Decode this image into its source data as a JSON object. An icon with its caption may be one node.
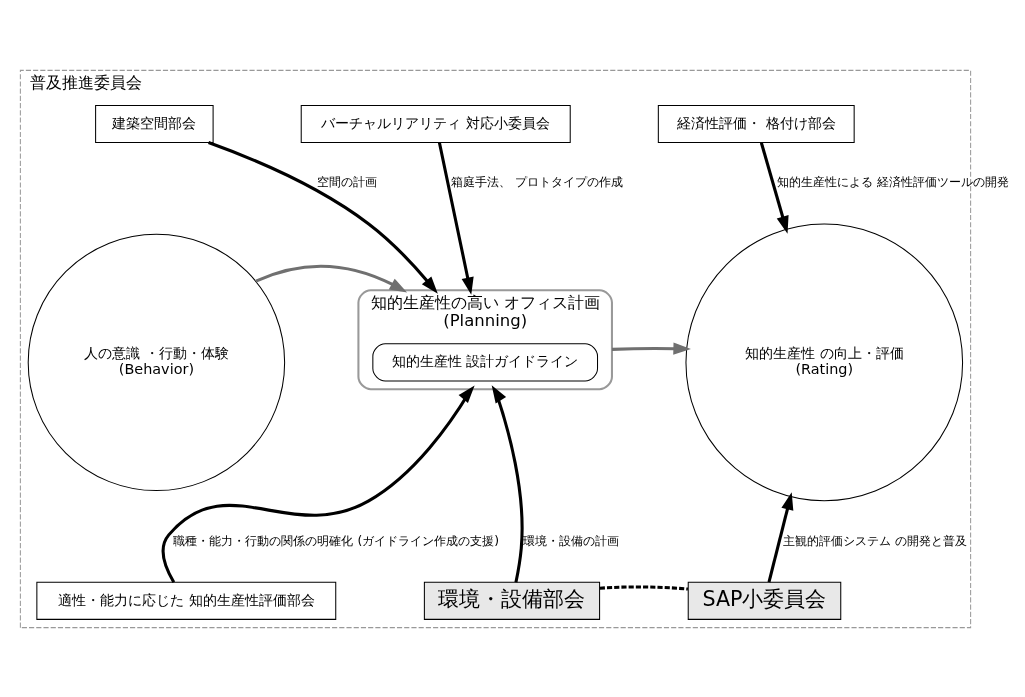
{
  "diagram": {
    "nodes": [
      {
        "text": [
          "普及推進委員会"
        ]
      },
      {
        "text": [
          "建築空間部会"
        ],
        "in": 0
      },
      {
        "text": [
          "バーチャルリアリティ 対応小委員会"
        ],
        "in": 0
      },
      {
        "text": [
          "経済性評価・ 格付け部会"
        ],
        "in": 0
      },
      {
        "text": [
          "人の意識 ・行動・体験",
          "(Behavior)"
        ],
        "in": 0
      },
      {
        "text": [
          "知的生産性の高い オフィス計画",
          "(Planning)"
        ],
        "in": 0
      },
      {
        "text": [
          "知的生産性 設計ガイドライン"
        ],
        "in": 5
      },
      {
        "text": [
          "知的生産性 の向上・評価",
          "(Rating)"
        ],
        "in": 0
      },
      {
        "text": [
          "適性・能力に応じた 知的生産性評価部会"
        ],
        "in": 0
      },
      {
        "text": [
          "環境・設備部会"
        ],
        "in": 0
      },
      {
        "text": [
          "SAP小委員会"
        ],
        "in": 0
      }
    ],
    "edges": [
      {
        "from": 1,
        "to": 5,
        "arrow": "to",
        "label": "空間の計画"
      },
      {
        "from": 2,
        "to": 5,
        "arrow": "to",
        "label": "箱庭手法、 プロトタイプの作成"
      },
      {
        "from": 3,
        "to": 7,
        "arrow": "to",
        "label": "知的生産性による 経済性評価ツールの開発"
      },
      {
        "from": 4,
        "to": 5,
        "arrow": "to",
        "color": "#707070"
      },
      {
        "from": 5,
        "to": 7,
        "arrow": "to",
        "color": "#707070"
      },
      {
        "from": 8,
        "to": 5,
        "arrow": "to",
        "label": "職種・能力・行動の関係の明確化 (ガイドライン作成の支援)"
      },
      {
        "from": 9,
        "to": 5,
        "arrow": "to",
        "label": "環境・設備の計画"
      },
      {
        "from": 10,
        "to": 7,
        "arrow": "to",
        "label": "主観的評価システム の開発と普及"
      },
      {
        "from": 9,
        "to": 10,
        "arrow": "none",
        "style": "dashed"
      }
    ]
  }
}
